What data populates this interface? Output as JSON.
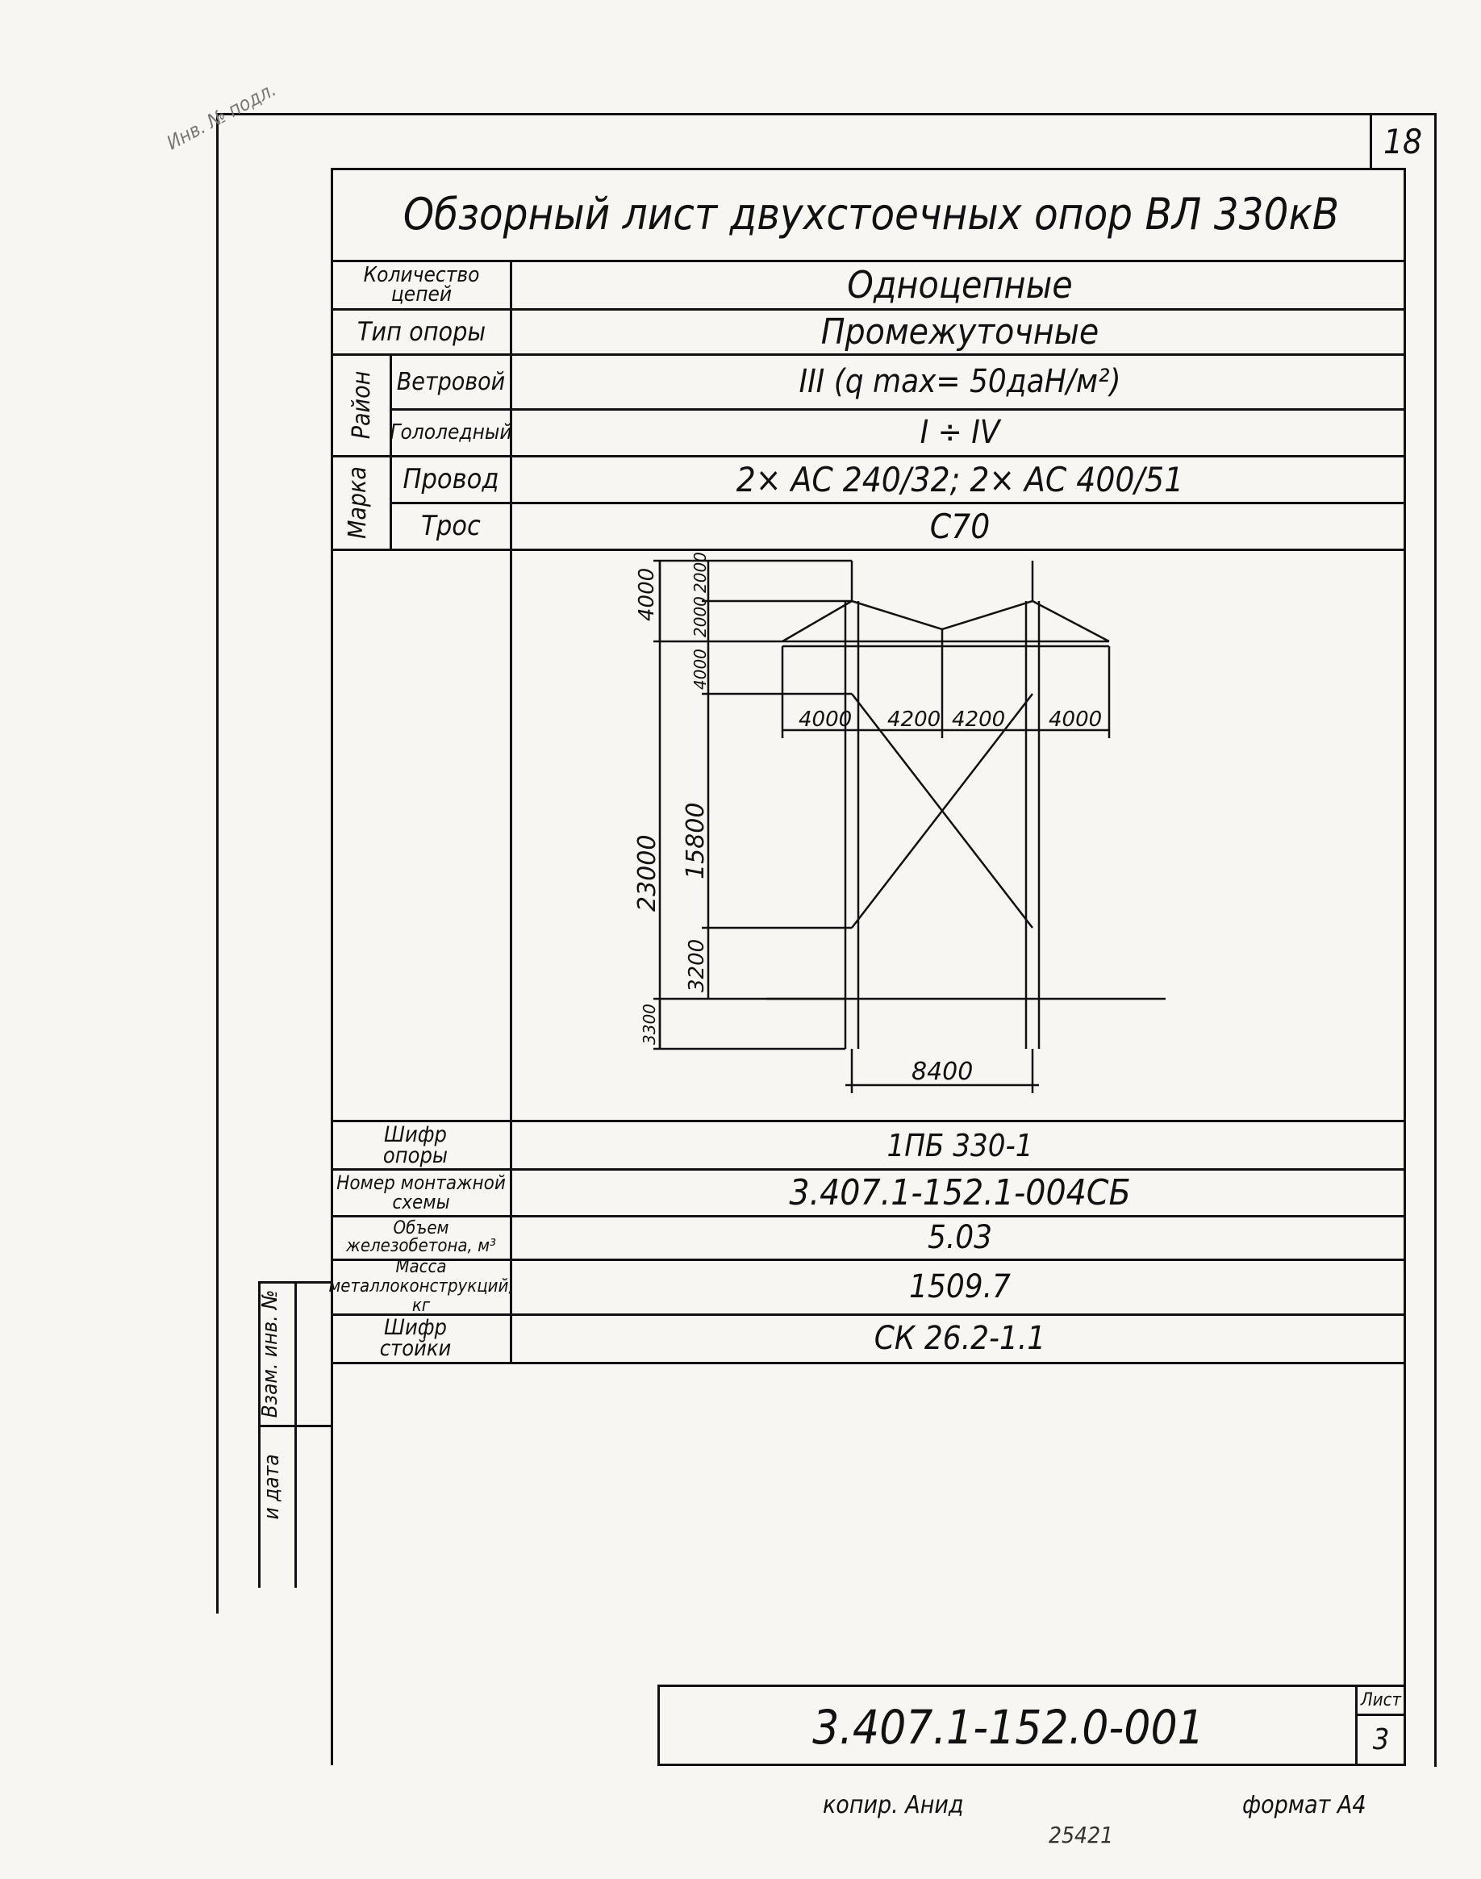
{
  "sheet_number_top": "18",
  "title": "Обзорный лист двухстоечных опор ВЛ 330кВ",
  "rows": {
    "circuits": {
      "label": "Количество цепей",
      "value": "Одноцепные"
    },
    "type": {
      "label": "Тип опоры",
      "value": "Промежуточные"
    },
    "region_group": "Район",
    "wind": {
      "label": "Ветровой",
      "value": "III (q max= 50даН/м²)"
    },
    "ice": {
      "label": "Гололедный",
      "value": "I ÷ IV"
    },
    "brand_group": "Марка",
    "wire": {
      "label": "Провод",
      "value": "2× АС 240/32;  2× АС 400/51"
    },
    "cable": {
      "label": "Трос",
      "value": "С70"
    }
  },
  "dims": {
    "d4000_top": "4000",
    "d2000_a": "2000",
    "d2000_b": "2000",
    "d4000_mid": "4000",
    "d23000": "23000",
    "d15800": "15800",
    "d3200": "3200",
    "d3300": "3300",
    "h1": "4000",
    "h2": "4200",
    "h3": "4200",
    "h4": "4000",
    "base": "8400"
  },
  "specs": {
    "code": {
      "label": "Шифр опоры",
      "value": "1ПБ 330-1"
    },
    "scheme": {
      "label": "Номер монтажной схемы",
      "value": "3.407.1-152.1-004СБ"
    },
    "concrete": {
      "label": "Объем железобетона, м³",
      "value": "5.03"
    },
    "metal": {
      "label": "Масса металлоконструкций, кг",
      "value": "1509.7"
    },
    "post": {
      "label": "Шифр стойки",
      "value": "СК 26.2-1.1"
    }
  },
  "side_stamp": {
    "inv": "Взам. инв. №",
    "date": "и дата"
  },
  "stamp": {
    "doc_code": "3.407.1-152.0-001",
    "sheet_label": "Лист",
    "sheet_value": "3"
  },
  "footer": {
    "copied": "копир. Анид",
    "number": "25421",
    "format": "формат А4"
  },
  "corner_note": "Инв. № подл."
}
